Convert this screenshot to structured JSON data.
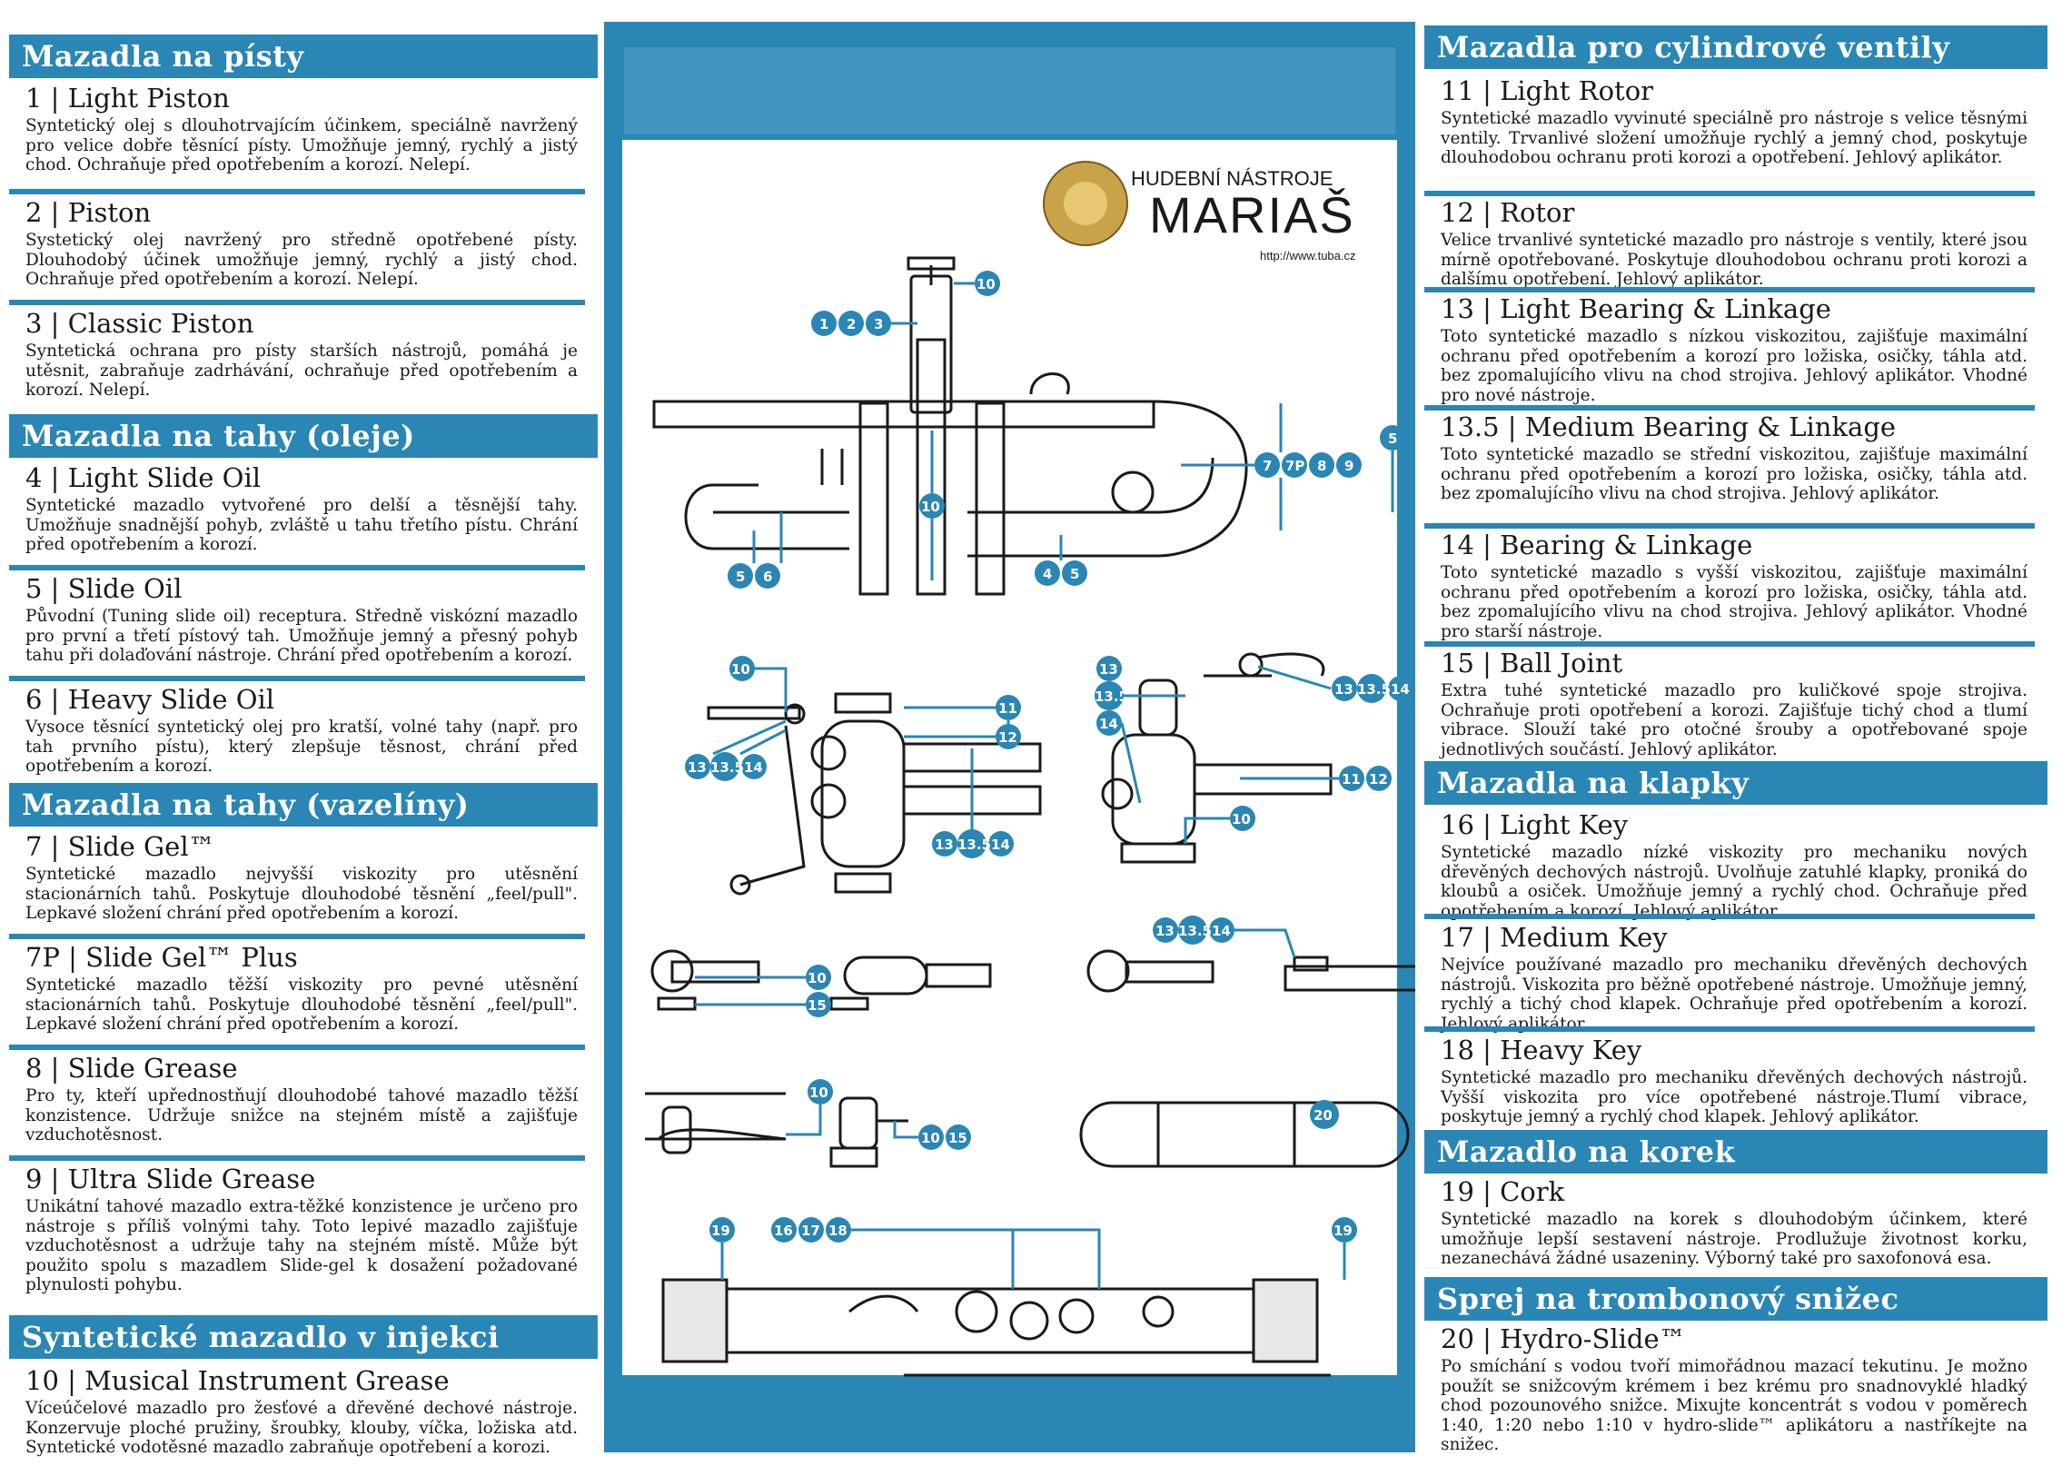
{
  "left": {
    "headers": {
      "h1": "Mazadla na písty",
      "h2": "Mazadla na tahy (oleje)",
      "h3": "Mazadla na tahy (vazelíny)",
      "h4": "Syntetické mazadlo v injekci"
    },
    "items": [
      {
        "title": "1 | Light Piston",
        "body": "Syntetický olej s dlouhotrvajícím účinkem, speciálně navržený pro velice dobře těsnící písty. Umožňuje jemný, rychlý a jistý chod. Ochraňuje před opotřebením a korozí. Nelepí."
      },
      {
        "title": "2 | Piston",
        "body": "Systetický olej navržený pro středně opotřebené písty. Dlouhodobý účinek umožňuje jemný, rychlý a jistý chod. Ochraňuje před opotřebením a korozí. Nelepí."
      },
      {
        "title": "3 | Classic Piston",
        "body": "Syntetická ochrana pro písty starších nástrojů, pomáhá je utěsnit, zabraňuje zadrhávání, ochraňuje před opotřebením a korozí. Nelepí."
      },
      {
        "title": "4 | Light Slide Oil",
        "body": "Syntetické mazadlo vytvořené pro delší a těsnější tahy. Umožňuje snadnější pohyb, zvláště u tahu třetího pístu. Chrání před opotřebením a korozí."
      },
      {
        "title": "5 | Slide Oil",
        "body": "Původní (Tuning slide oil) receptura. Středně viskózní mazadlo pro první a třetí pístový tah. Umožňuje jemný a přesný pohyb tahu při dolaďování nástroje. Chrání před opotřebením a korozí."
      },
      {
        "title": "6 | Heavy Slide Oil",
        "body": "Vysoce těsnící syntetický olej pro kratší, volné tahy (např. pro tah prvního pístu), který zlepšuje těsnost, chrání před opotřebením a korozí."
      },
      {
        "title": "7 | Slide Gel™",
        "body": "Syntetické mazadlo nejvyšší viskozity pro utěsnění stacionárních tahů. Poskytuje dlouhodobé těsnění „feel/pull\". Lepkavé složení chrání před opotřebením a korozí."
      },
      {
        "title": "7P | Slide Gel™ Plus",
        "body": "Syntetické mazadlo těžší viskozity pro pevné utěsnění stacionárních tahů. Poskytuje dlouhodobé těsnění „feel/pull\". Lepkavé složení chrání před opotřebením a korozí."
      },
      {
        "title": "8 | Slide Grease",
        "body": "Pro ty, kteří upřednostňují dlouhodobé tahové mazadlo těžší konzistence. Udržuje snižce na stejném místě a zajišťuje vzduchotěsnost."
      },
      {
        "title": "9 | Ultra Slide Grease",
        "body": "Unikátní tahové mazadlo extra-těžké konzistence je určeno pro nástroje s příliš volnými tahy. Toto lepivé mazadlo zajišťuje vzduchotěsnost a udržuje tahy na stejném místě. Může být použito spolu s mazadlem Slide-gel k dosažení požadované plynulosti pohybu."
      },
      {
        "title": "10 | Musical Instrument Grease",
        "body": "Víceúčelové mazadlo pro žesťové a dřevěné dechové nástroje. Konzervuje ploché pružiny, šroubky, klouby, víčka, ložiska atd. Syntetické vodotěsné mazadlo zabraňuje opotřebení a korozi."
      }
    ]
  },
  "right": {
    "headers": {
      "h1": "Mazadla pro cylindrové ventily",
      "h2": "Mazadla na klapky",
      "h3": "Mazadlo na korek",
      "h4": "Sprej na trombonový snižec"
    },
    "items": [
      {
        "title": "11 | Light Rotor",
        "body": "Syntetické mazadlo vyvinuté speciálně pro nástroje s velice těsnými ventily. Trvanlivé složení umožňuje rychlý a jemný chod, poskytuje dlouhodobou ochranu proti korozi a opotřebení. Jehlový aplikátor."
      },
      {
        "title": "12 | Rotor",
        "body": "Velice trvanlivé syntetické mazadlo pro nástroje s ventily, které jsou mírně opotřebované. Poskytuje dlouhodobou ochranu proti korozi a dalšímu opotřebení. Jehlový aplikátor."
      },
      {
        "title": "13 | Light Bearing & Linkage",
        "body": "Toto syntetické mazadlo s nízkou viskozitou, zajišťuje maximální ochranu před opotřebením a korozí pro ložiska, osičky, táhla atd. bez zpomalujícího vlivu na chod strojiva. Jehlový aplikátor. Vhodné pro nové nástroje."
      },
      {
        "title": "13.5 | Medium Bearing & Linkage",
        "body": "Toto syntetické mazadlo se střední viskozitou, zajišťuje maximální ochranu před opotřebením a korozí pro ložiska, osičky, táhla atd. bez zpomalujícího vlivu na chod strojiva. Jehlový aplikátor."
      },
      {
        "title": "14 | Bearing & Linkage",
        "body": "Toto syntetické mazadlo s vyšší viskozitou, zajišťuje maximální ochranu před opotřebením a korozí pro ložiska, osičky, táhla atd. bez zpomalujícího vlivu na chod strojiva. Jehlový aplikátor. Vhodné pro starší nástroje."
      },
      {
        "title": "15 | Ball Joint",
        "body": "Extra tuhé syntetické mazadlo pro kuličkové spoje strojiva. Ochraňuje proti opotřebení a korozi. Zajišťuje tichý chod a tlumí vibrace. Slouží také pro otočné šrouby a opotřebované spoje jednotlivých součástí. Jehlový aplikátor."
      },
      {
        "title": "16 | Light Key",
        "body": "Syntetické mazadlo nízké viskozity pro mechaniku nových dřevěných dechových nástrojů. Uvolňuje zatuhlé klapky, proniká do kloubů a osiček. Umožňuje jemný a rychlý chod. Ochraňuje před opotřebením a korozí. Jehlový aplikátor."
      },
      {
        "title": "17 | Medium Key",
        "body": "Nejvíce používané mazadlo pro mechaniku dřevěných dechových nástrojů. Viskozita pro běžně opotřebené nástroje. Umožňuje jemný, rychlý a tichý chod klapek. Ochraňuje před opotřebením a korozí. Jehlový aplikátor."
      },
      {
        "title": "18 | Heavy Key",
        "body": "Syntetické mazadlo pro mechaniku dřevěných dechových nástrojů. Vyšší viskozita pro více opotřebené nástroje.Tlumí vibrace, poskytuje jemný a rychlý chod klapek. Jehlový aplikátor."
      },
      {
        "title": "19 | Cork",
        "body": "Syntetické mazadlo na korek s dlouhodobým účinkem, které umožňuje lepší sestavení nástroje. Prodlužuje životnost korku, nezanechává žádné usazeniny. Výborný také pro saxofonová esa."
      },
      {
        "title": "20 | Hydro-Slide™",
        "body": "Po smíchání s vodou tvoří mimořádnou mazací tekutinu. Je možno použít se snižcovým krémem i bez krému pro snadnovyklé hladký chod pozounového snižce. Mixujte koncentrát s vodou v poměrech 1:40, 1:20 nebo 1:10 v hydro-slide™ aplikátoru a nastříkejte na snižec."
      }
    ]
  },
  "logo": {
    "line1": "HUDEBNÍ NÁSTROJE",
    "line2": "MARIAŠ",
    "url": "http://www.tuba.cz"
  },
  "callouts": {
    "c123": [
      "1",
      "2",
      "3"
    ],
    "c10": "10",
    "c5": "5",
    "c7": [
      "7",
      "7P",
      "8",
      "9"
    ],
    "c56": [
      "5",
      "6"
    ],
    "c45": [
      "4",
      "5"
    ],
    "c1112": [
      "11",
      "12"
    ],
    "c13": [
      "13",
      "13.5",
      "14"
    ],
    "c15": "15",
    "c1015": [
      "10",
      "15"
    ],
    "c20": "20",
    "c19": "19",
    "c161718": [
      "16",
      "17",
      "18"
    ]
  },
  "colors": {
    "accent": "#2a86b5",
    "text": "#1a1a1a"
  }
}
